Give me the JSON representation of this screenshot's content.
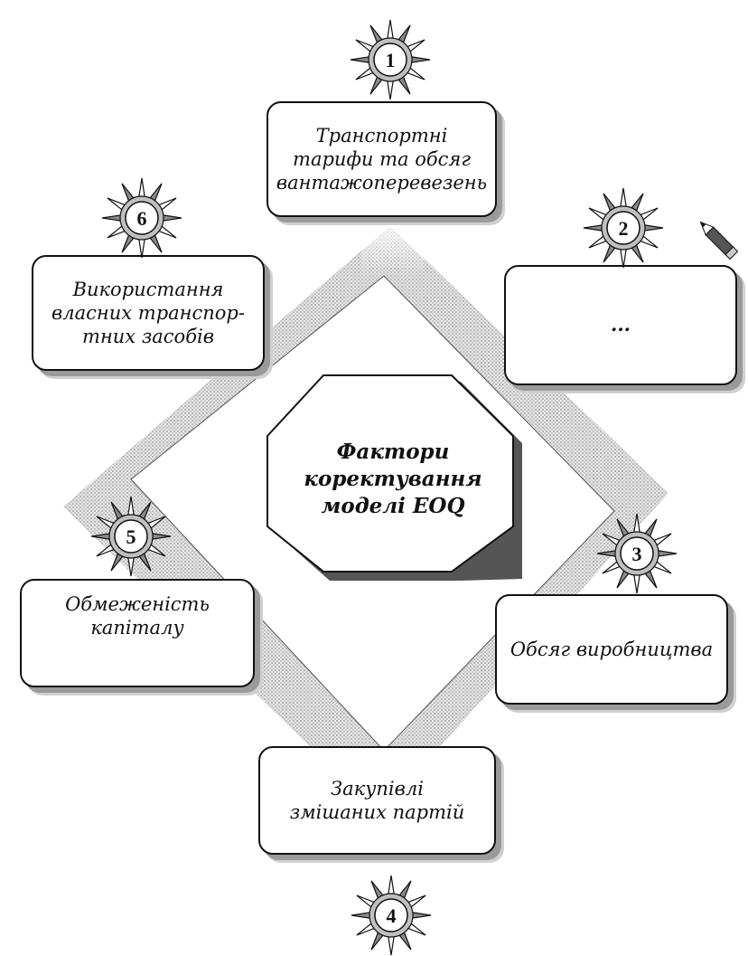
{
  "center": {
    "lines": [
      "Фактори",
      "коректування",
      "моделі EOQ"
    ]
  },
  "factors": [
    {
      "number": "1",
      "lines": [
        "Транспортні",
        "тарифи та обсяг",
        "вантажоперевезень"
      ]
    },
    {
      "number": "2",
      "lines": [
        "..."
      ]
    },
    {
      "number": "3",
      "lines": [
        "Обсяг виробництва"
      ]
    },
    {
      "number": "4",
      "lines": [
        "Закупівлі",
        "змішаних партій"
      ]
    },
    {
      "number": "5",
      "lines": [
        "Обмеженість",
        "капіталу"
      ]
    },
    {
      "number": "6",
      "lines": [
        "Використання",
        "власних транспор-",
        "тних засобів"
      ]
    }
  ],
  "icons": {
    "pencil": "pencil-icon",
    "badge": "sun-badge-icon"
  },
  "colors": {
    "stroke": "#111111",
    "shadow": "#9a9a9a",
    "hatch": "#bdbdbd"
  }
}
